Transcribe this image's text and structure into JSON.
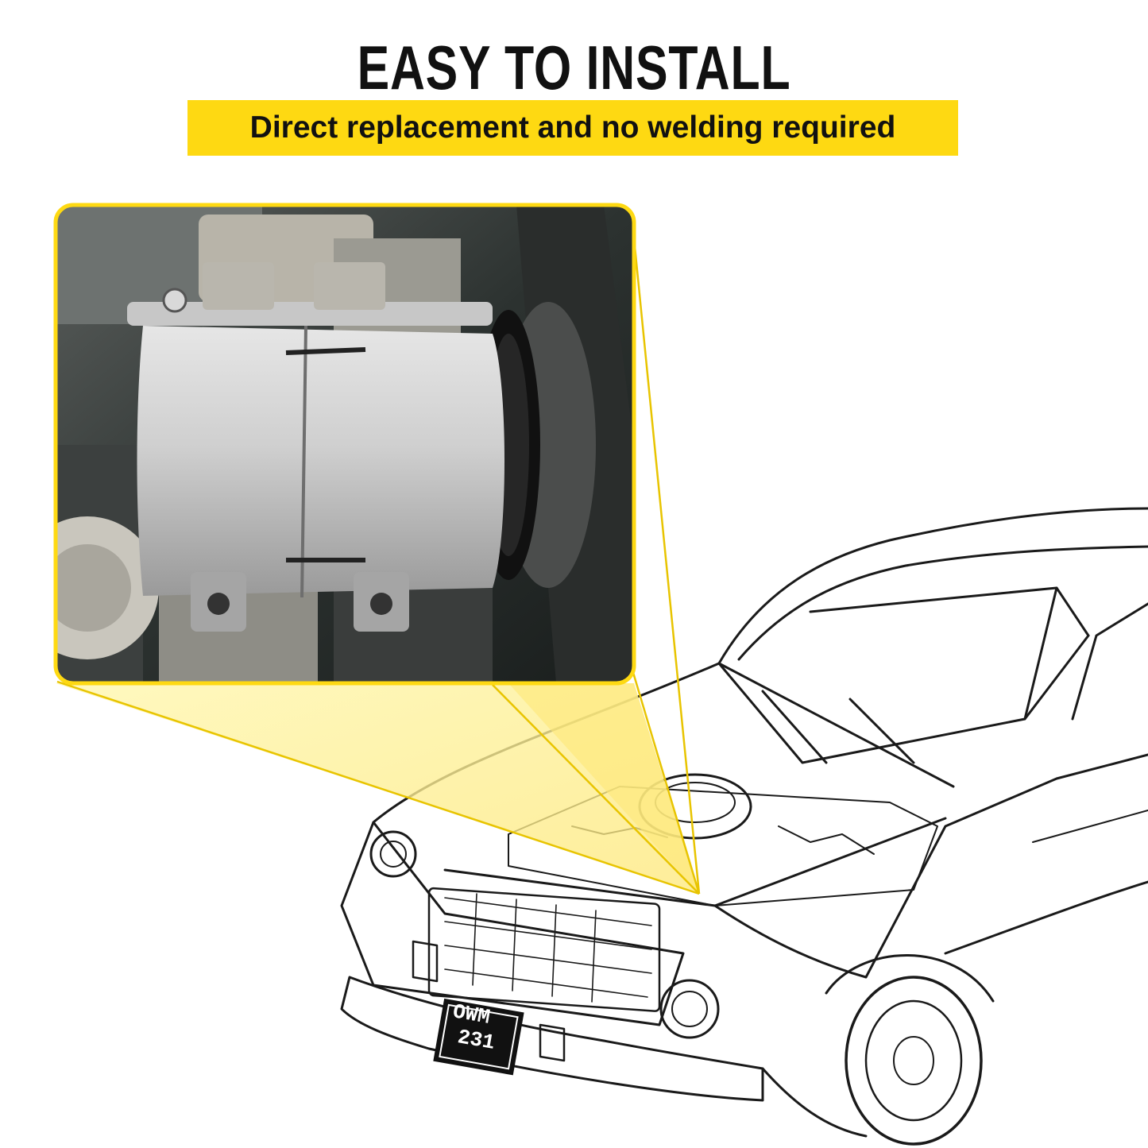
{
  "header": {
    "headline": "EASY TO INSTALL",
    "subheadline": "Direct replacement and no welding required"
  },
  "colors": {
    "accent_yellow": "#fed912",
    "callout_fill": "#fff3a8",
    "text_dark": "#111111"
  },
  "illustration": {
    "license_plate_line1": "OWM",
    "license_plate_line2": "231"
  }
}
